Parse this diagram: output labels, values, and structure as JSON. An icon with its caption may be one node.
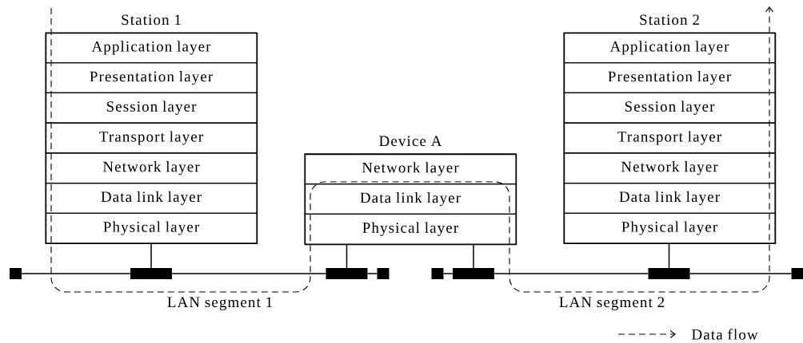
{
  "diagram": {
    "nodes": [
      {
        "text": [
          "Station 1"
        ]
      },
      {
        "text": [
          "Application layer"
        ],
        "in": 0
      },
      {
        "text": [
          "Presentation layer"
        ],
        "in": 0
      },
      {
        "text": [
          "Session layer"
        ],
        "in": 0
      },
      {
        "text": [
          "Transport layer"
        ],
        "in": 0
      },
      {
        "text": [
          "Network layer"
        ],
        "in": 0
      },
      {
        "text": [
          "Data link layer"
        ],
        "in": 0
      },
      {
        "text": [
          "Physical layer"
        ],
        "in": 0
      },
      {
        "text": [
          "Device A"
        ]
      },
      {
        "text": [
          "Network layer"
        ],
        "in": 8
      },
      {
        "text": [
          "Data link layer"
        ],
        "in": 8
      },
      {
        "text": [
          "Physical layer"
        ],
        "in": 8
      },
      {
        "text": [
          "Station 2"
        ]
      },
      {
        "text": [
          "Application layer"
        ],
        "in": 12
      },
      {
        "text": [
          "Presentation layer"
        ],
        "in": 12
      },
      {
        "text": [
          "Session layer"
        ],
        "in": 12
      },
      {
        "text": [
          "Transport layer"
        ],
        "in": 12
      },
      {
        "text": [
          "Network layer"
        ],
        "in": 12
      },
      {
        "text": [
          "Data link layer"
        ],
        "in": 12
      },
      {
        "text": [
          "Physical layer"
        ],
        "in": 12
      },
      {
        "text": [],
        "shape": "box"
      },
      {
        "text": [],
        "shape": "bar"
      },
      {
        "text": [],
        "shape": "bar"
      },
      {
        "text": [],
        "shape": "box"
      },
      {
        "text": [],
        "shape": "box"
      },
      {
        "text": [],
        "shape": "bar"
      },
      {
        "text": [],
        "shape": "bar"
      },
      {
        "text": [],
        "shape": "box"
      }
    ],
    "edges": [
      {
        "from": 7,
        "to": 21,
        "arrow": "none"
      },
      {
        "from": 11,
        "to": 22,
        "arrow": "none"
      },
      {
        "from": 11,
        "to": 25,
        "arrow": "none"
      },
      {
        "from": 19,
        "to": 26,
        "arrow": "none"
      },
      {
        "from": 20,
        "to": 21,
        "arrow": "none"
      },
      {
        "from": 21,
        "to": 22,
        "arrow": "none"
      },
      {
        "from": 22,
        "to": 23,
        "arrow": "none"
      },
      {
        "from": 24,
        "to": 25,
        "arrow": "none"
      },
      {
        "from": 25,
        "to": 26,
        "arrow": "none"
      },
      {
        "from": 26,
        "to": 27,
        "arrow": "none"
      }
    ],
    "labels": [
      "LAN segment 1",
      "LAN segment 2"
    ],
    "legend": [
      {
        "text": "Data flow"
      }
    ]
  }
}
